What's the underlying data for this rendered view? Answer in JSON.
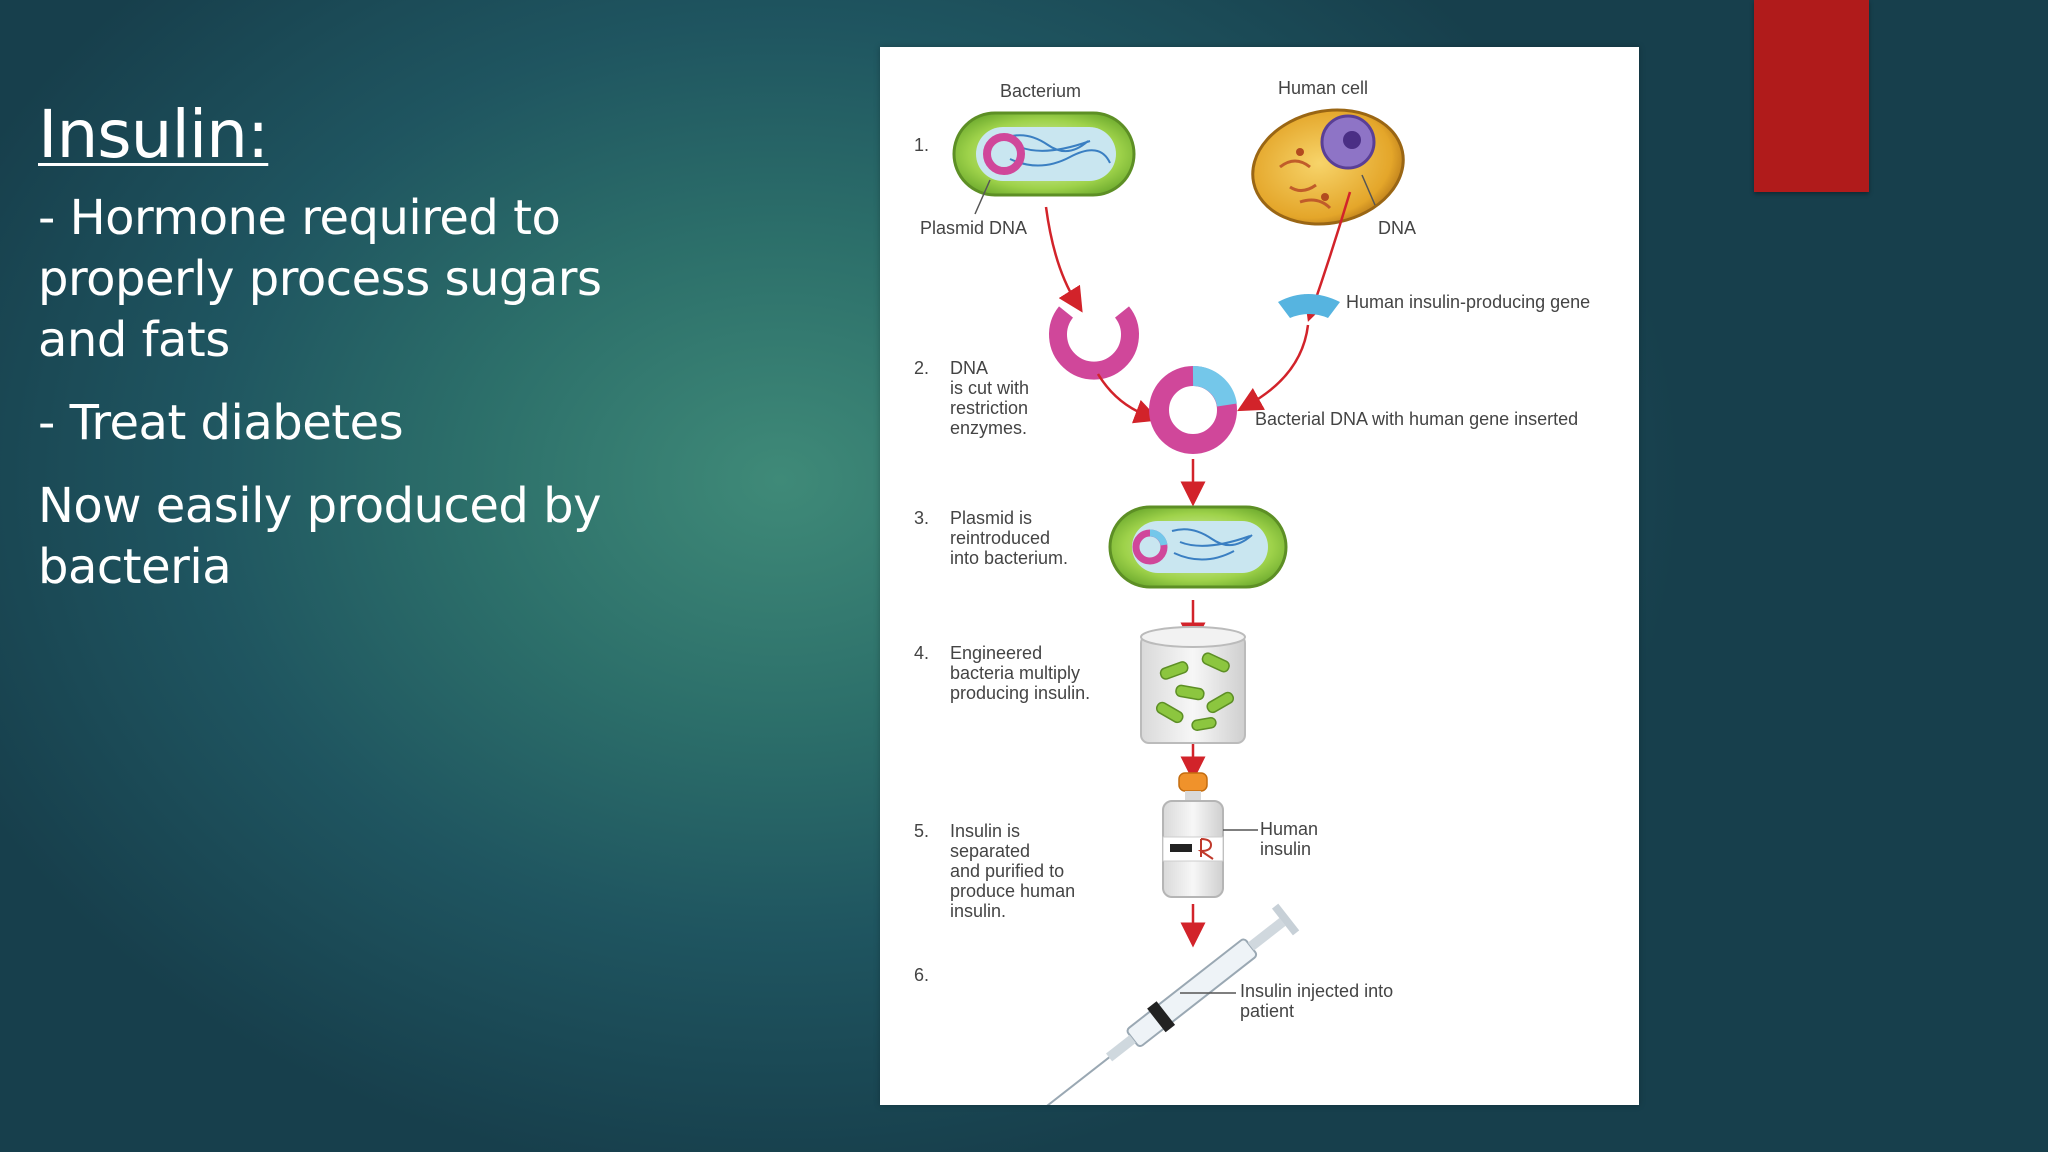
{
  "slide": {
    "title": "Insulin:",
    "bullets": [
      "- Hormone required to properly process sugars and fats",
      "- Treat diabetes",
      "Now easily produced by bacteria"
    ],
    "accent_color": "#b01b1b"
  },
  "diagram": {
    "header_bacterium": "Bacterium",
    "header_human_cell": "Human cell",
    "label_plasmid_dna": "Plasmid DNA",
    "label_dna": "DNA",
    "label_gene": "Human insulin-producing gene",
    "label_recombinant": "Bacterial DNA with human gene inserted",
    "label_human_insulin_1": "Human",
    "label_human_insulin_2": "insulin",
    "label_injected_1": "Insulin injected into",
    "label_injected_2": "patient",
    "steps": [
      {
        "num": "1.",
        "lines": []
      },
      {
        "num": "2.",
        "lines": [
          "DNA",
          "is cut with",
          "restriction",
          "enzymes."
        ]
      },
      {
        "num": "3.",
        "lines": [
          "Plasmid is",
          "reintroduced",
          "into bacterium."
        ]
      },
      {
        "num": "4.",
        "lines": [
          "Engineered",
          "bacteria multiply",
          "producing insulin."
        ]
      },
      {
        "num": "5.",
        "lines": [
          "Insulin is",
          "separated",
          "and purified to",
          "produce human",
          "insulin."
        ]
      },
      {
        "num": "6.",
        "lines": []
      }
    ]
  }
}
